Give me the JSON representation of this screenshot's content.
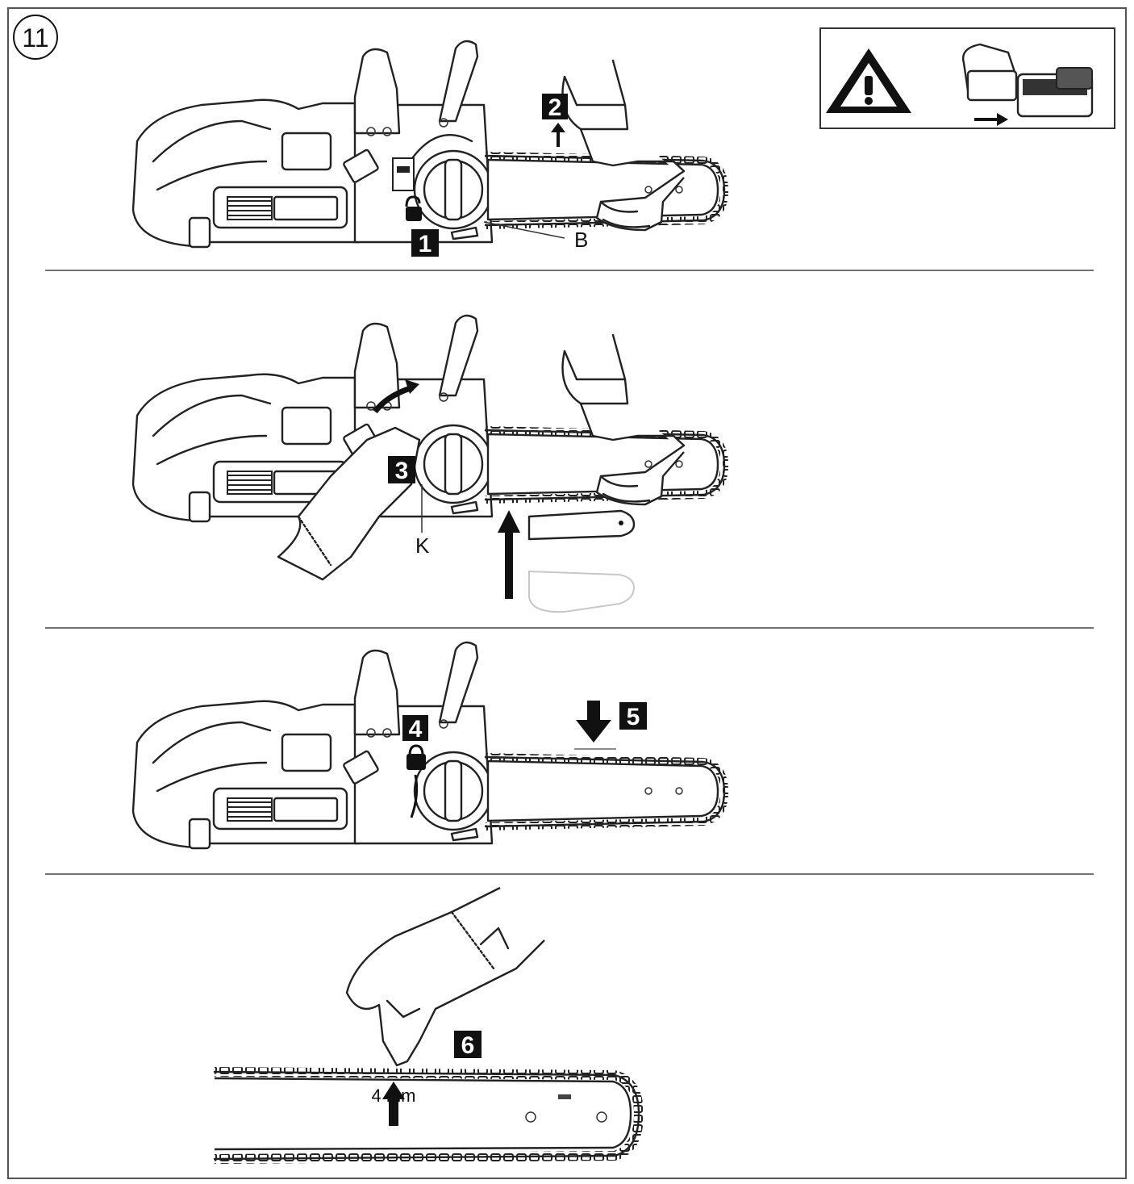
{
  "figure": {
    "number": "11",
    "labels": {
      "b": "B",
      "k": "K",
      "measurement": "4 mm"
    },
    "steps": [
      "1",
      "2",
      "3",
      "4",
      "5",
      "6"
    ]
  },
  "icons": {
    "warning": "warning-triangle-icon",
    "battery": "battery-removal-icon",
    "unlock": "unlock-padlock-icon",
    "lock": "lock-padlock-icon"
  },
  "colors": {
    "ink": "#111111",
    "frame": "#555555",
    "paper": "#ffffff",
    "faded": "#c8c8c8"
  }
}
